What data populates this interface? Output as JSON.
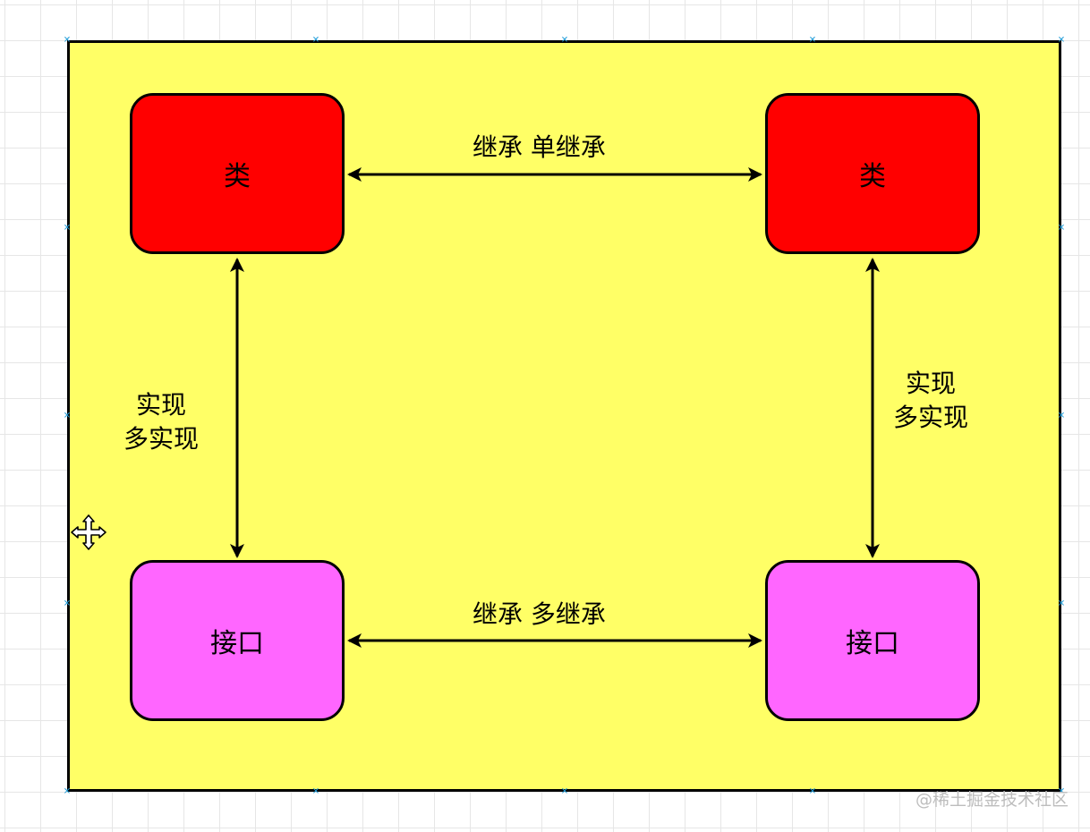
{
  "diagram": {
    "nodes": {
      "class_left": {
        "label": "类"
      },
      "class_right": {
        "label": "类"
      },
      "iface_left": {
        "label": "接口"
      },
      "iface_right": {
        "label": "接口"
      }
    },
    "edges": {
      "top": {
        "label": "继承  单继承"
      },
      "bottom": {
        "label": "继承  多继承"
      },
      "left": {
        "line1": "实现",
        "line2": "多实现"
      },
      "right": {
        "line1": "实现",
        "line2": "多实现"
      }
    },
    "colors": {
      "frame_fill": "#ffff66",
      "class_fill": "#ff0000",
      "interface_fill": "#ff66ff",
      "stroke": "#000000",
      "handle": "#1e9bd7"
    }
  },
  "watermark": "@稀土掘金技术社区",
  "icons": {
    "move_cursor": "move-cursor-icon",
    "selection_handle": "selection-handle-icon"
  }
}
